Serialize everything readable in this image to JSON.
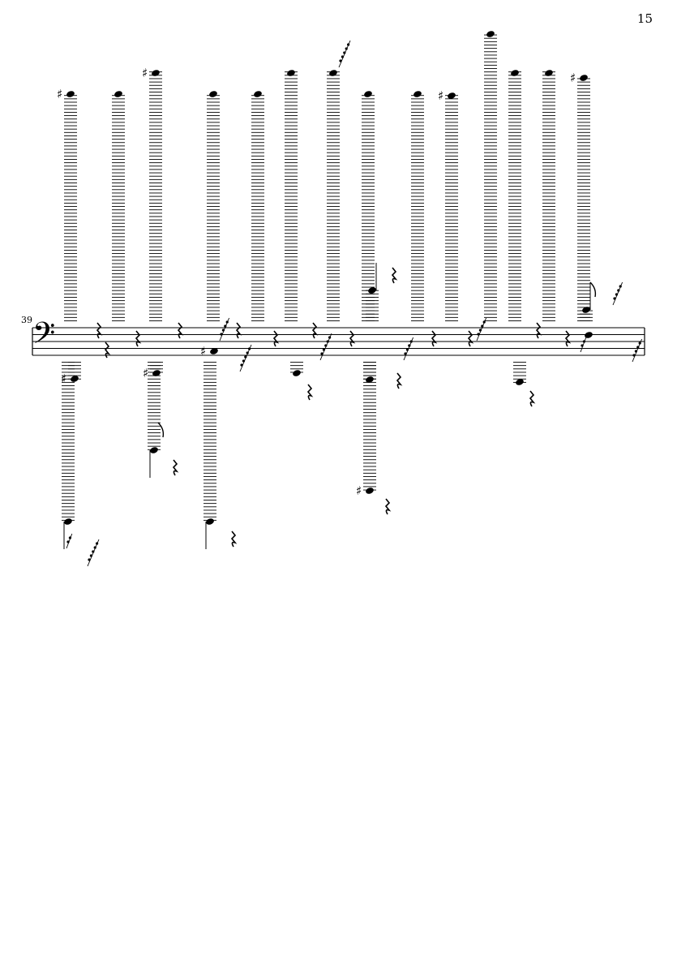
{
  "page": {
    "number": "15"
  },
  "system": {
    "measure_number": "39",
    "clef": "bass",
    "clef_glyph": "𝄢",
    "accidental_glyph": "♯",
    "ledger_note_color": "#000000"
  }
}
